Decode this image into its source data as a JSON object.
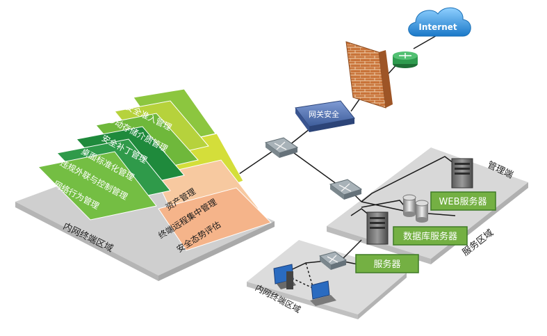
{
  "internet": {
    "label": "Internet"
  },
  "gateway": {
    "label": "网关安全"
  },
  "left_region": {
    "label": "内网终端区域",
    "stack_layers": [
      {
        "label": "安全准入管理",
        "color": "#8cc63f"
      },
      {
        "label": "移动存储介质管理",
        "color": "#b6d23c"
      },
      {
        "label": "安全补丁管理",
        "color": "#6fb83b"
      },
      {
        "label": "桌面标准化管理",
        "color": "#1f8a3c"
      },
      {
        "label": "违规外联与控制管理",
        "color": "#2f9a4a"
      },
      {
        "label": "网络行为管理",
        "color": "#74be43"
      }
    ],
    "side_layers": [
      {
        "label": "资产管理",
        "color": "#d4de3a"
      },
      {
        "label": "终端远程集中管理",
        "color": "#f7c9a0"
      },
      {
        "label": "安全态势评估",
        "color": "#f5b48a"
      }
    ]
  },
  "service_region": {
    "label": "服务区域",
    "management": "管理端",
    "web_server": "WEB服务器",
    "db_server": "数据库服务器"
  },
  "bottom_region": {
    "label": "内网终端区域",
    "server": "服务器"
  },
  "colors": {
    "platform": "#d9d9d9",
    "label_box_fill": "#74b043",
    "label_box_stroke": "#3e7a26",
    "cloud": "#2b8fd6",
    "router": "#2e9b4e",
    "gateway": "#4a6aa8"
  }
}
